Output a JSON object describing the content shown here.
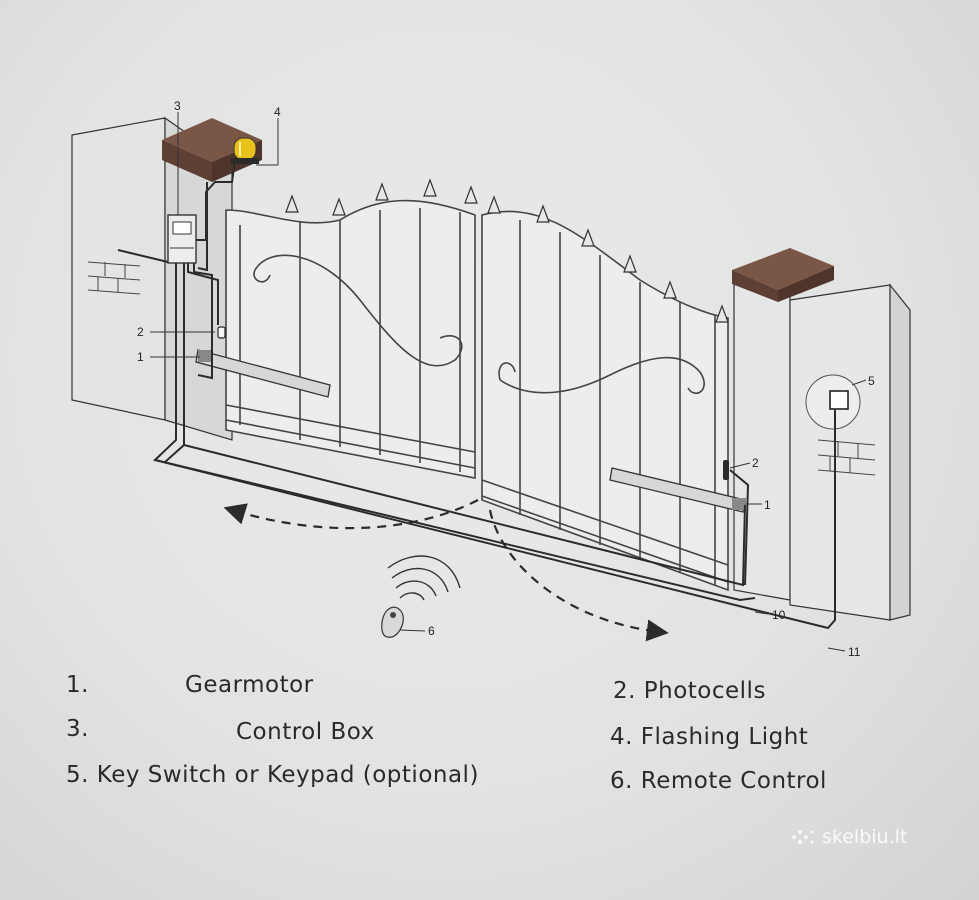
{
  "callouts": {
    "c1_left": "1",
    "c2_left": "2",
    "c3": "3",
    "c4": "4",
    "c2_right": "2",
    "c1_right": "1",
    "c5": "5",
    "c6": "6",
    "c10": "10",
    "c11": "11"
  },
  "legend": {
    "item1_num": "1.",
    "item1_label": "Gearmotor",
    "item2": "2. Photocells",
    "item3_num": "3.",
    "item3_label": "Control Box",
    "item4": "4. Flashing Light",
    "item5": "5. Key Switch or Keypad (optional)",
    "item6": "6. Remote Control"
  },
  "watermark": "skelbiu.lt",
  "colors": {
    "line": "#2b2b2b",
    "cap": "#6b4a3c",
    "lamp": "#e8c21a",
    "pillar": "#e4e6e5",
    "paper": "#e6e8e7"
  }
}
